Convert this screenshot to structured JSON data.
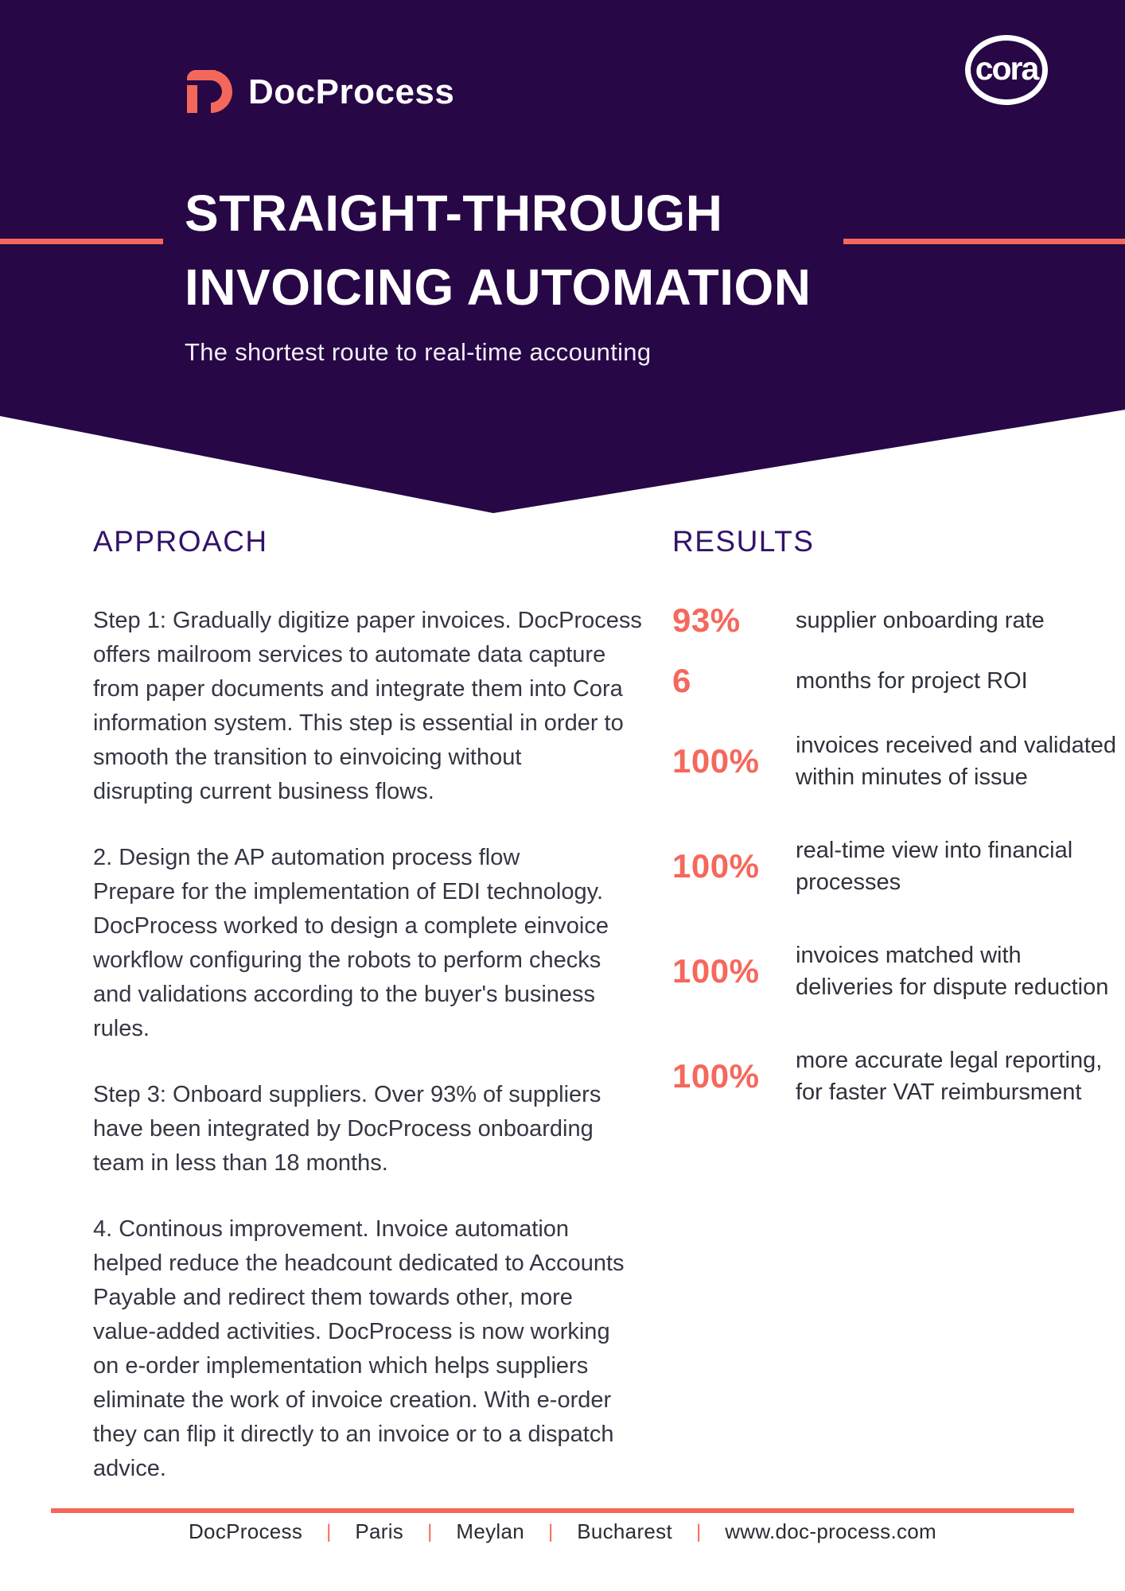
{
  "colors": {
    "header_purple": "#270745",
    "accent_coral": "#F4685C",
    "heading_purple": "#331269",
    "body_text": "#343643",
    "white": "#ffffff"
  },
  "header": {
    "brand_name": "DocProcess",
    "partner_logo_text": "cora",
    "title_line1": "STRAIGHT-THROUGH",
    "title_line2": "INVOICING AUTOMATION",
    "subtitle": "The shortest route to real-time accounting"
  },
  "approach": {
    "heading": "APPROACH",
    "paragraphs": [
      {
        "lines": [
          "Step 1: Gradually digitize paper invoices. DocProcess",
          "offers mailroom services to automate data capture",
          "from paper documents and integrate them into Cora",
          "information system. This step is essential in order to",
          "smooth the transition to einvoicing without",
          "disrupting current business flows."
        ]
      },
      {
        "lines": [
          "2. Design the AP automation process flow",
          "Prepare for the implementation of EDI technology.",
          "DocProcess worked to design a complete einvoice",
          "workflow configuring the robots to perform checks",
          "and validations according to the buyer's business",
          "rules."
        ]
      },
      {
        "lines": [
          "Step 3: Onboard suppliers. Over 93% of suppliers",
          "have been integrated by DocProcess onboarding",
          "team in less than 18 months."
        ]
      },
      {
        "lines": [
          "4. Continous improvement. Invoice automation",
          "helped reduce the headcount dedicated to Accounts",
          "Payable and redirect them towards other, more",
          "value-added activities. DocProcess is now working",
          "on e-order implementation which helps suppliers",
          "eliminate the work of invoice creation. With e-order",
          "they can flip it directly to an invoice or to a dispatch",
          "advice."
        ]
      }
    ]
  },
  "results": {
    "heading": "RESULTS",
    "stats": [
      {
        "value": "93%",
        "gap": "",
        "lines": [
          "supplier onboarding rate"
        ]
      },
      {
        "value": "6",
        "gap": "gap-s",
        "lines": [
          "months for project ROI"
        ]
      },
      {
        "value": "100%",
        "gap": "gap-m",
        "lines": [
          "invoices received and validated",
          "within minutes of issue"
        ]
      },
      {
        "value": "100%",
        "gap": "gap-l",
        "lines": [
          "real-time view into financial",
          "processes"
        ]
      },
      {
        "value": "100%",
        "gap": "gap-l",
        "lines": [
          "invoices matched with",
          "deliveries for dispute reduction"
        ]
      },
      {
        "value": "100%",
        "gap": "gap-l",
        "lines": [
          "more accurate legal reporting,",
          "for faster VAT reimbursment"
        ]
      }
    ]
  },
  "footer": {
    "separator": "|",
    "items": [
      "DocProcess",
      "Paris",
      "Meylan",
      "Bucharest",
      "www.doc-process.com"
    ]
  }
}
